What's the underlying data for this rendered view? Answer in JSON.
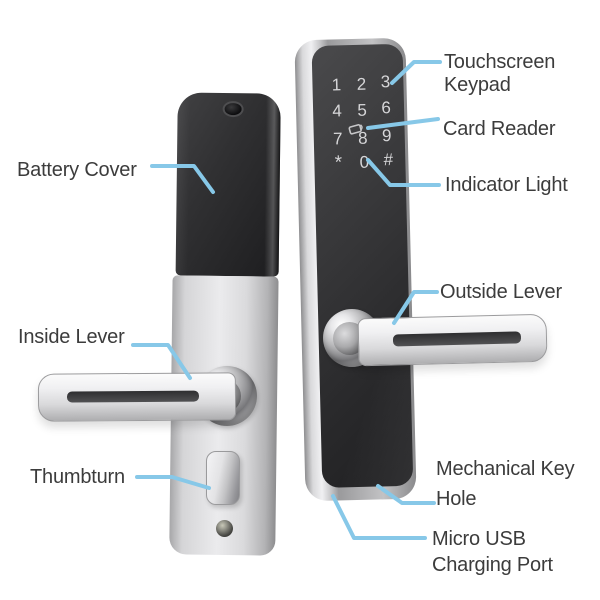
{
  "diagram": {
    "leader_color": "#87c8e8",
    "label_text_color": "#3c3c3c",
    "labels": {
      "battery_cover": "Battery Cover",
      "inside_lever": "Inside Lever",
      "thumbturn": "Thumbturn",
      "touchscreen_keypad": {
        "line1": "Touchscreen",
        "line2": "Keypad"
      },
      "card_reader": "Card Reader",
      "indicator_light": "Indicator Light",
      "outside_lever": "Outside Lever",
      "mechanical_key_hole": {
        "line1": "Mechanical Key",
        "line2": "Hole"
      },
      "micro_usb": {
        "line1": "Micro USB",
        "line2": "Charging Port"
      }
    }
  },
  "keypad": {
    "keys": [
      "1",
      "2",
      "3",
      "4",
      "5",
      "6",
      "7",
      "8",
      "9",
      "*",
      "0",
      "#"
    ],
    "key_color": "#d6d6d8"
  }
}
